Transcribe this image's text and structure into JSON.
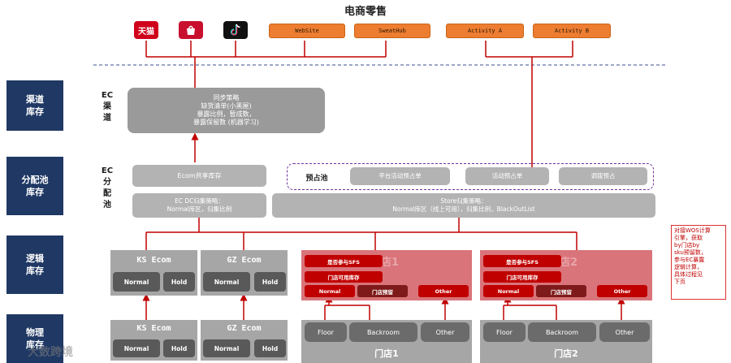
{
  "header": {
    "title": "电商零售"
  },
  "platforms": [
    {
      "label": "天猫",
      "color": "#d0021b"
    },
    {
      "label": "",
      "icon": "store-bag-icon",
      "color": "#c8102e"
    },
    {
      "label": "",
      "icon": "tiktok-icon",
      "color": "#111111"
    }
  ],
  "channels": {
    "website": "WebSite",
    "sweathub": "SweatHub",
    "activity_a": "Activity A",
    "activity_b": "Activity B"
  },
  "row_labels": {
    "channel": "渠道\n库存",
    "pool": "分配池\n库存",
    "logic": "逻辑\n库存",
    "physical": "物理\n库存"
  },
  "ec_labels": {
    "channel": "EC\n渠\n道",
    "pool": "EC\n分\n配\n池"
  },
  "sync_box": {
    "lines": [
      "同步策略",
      "缺货清单(小黑屋)",
      "暴露比例，暂成数，",
      "暴露保留数 (机器学习)"
    ]
  },
  "ecom_shared": "Ecom共享库存",
  "ec_dc_strategy": [
    "EC DC归集策略：",
    "Normal库区，归集比例"
  ],
  "reserve": {
    "label": "预占池",
    "platform": "平台活动预占单",
    "activity": "活动预占单",
    "transfer": "调拨预占"
  },
  "store_strategy": [
    "Store归集策略：",
    "Normal库区（线上可用），归集比例，BlackOutList"
  ],
  "logic": {
    "ks": {
      "title": "KS Ecom",
      "normal": "Normal",
      "hold": "Hold"
    },
    "gz": {
      "title": "GZ Ecom",
      "normal": "Normal",
      "hold": "Hold"
    },
    "store1": {
      "sfs": "是否参与SFS",
      "watermark": "店1",
      "available": "门店可用库存",
      "normal": "Normal",
      "reserve": "门店预留",
      "other": "Other"
    },
    "store2": {
      "sfs": "是否参与SFS",
      "watermark": "店2",
      "available": "门店可用库存",
      "normal": "Normal",
      "reserve": "门店预留",
      "other": "Other"
    }
  },
  "physical": {
    "ks": {
      "title": "KS Ecom",
      "normal": "Normal",
      "hold": "Hold"
    },
    "gz": {
      "title": "GZ Ecom",
      "normal": "Normal",
      "hold": "Hold"
    },
    "store1": {
      "floor": "Floor",
      "backroom": "Backroom",
      "other": "Other",
      "name": "门店1"
    },
    "store2": {
      "floor": "Floor",
      "backroom": "Backroom",
      "other": "Other",
      "name": "门店2"
    }
  },
  "note": [
    "对接WOS计算",
    "引擎，获取",
    "by门店by",
    "sku预留数，",
    "参与EC暴露",
    "逻辑计算，",
    "具体过程见",
    "下页"
  ],
  "watermark": "大数跨境",
  "colors": {
    "navy": "#1f3864",
    "orange": "#ed7d31",
    "red": "#c00000",
    "purple": "#7030a0",
    "grey": "#9a9a9a"
  }
}
